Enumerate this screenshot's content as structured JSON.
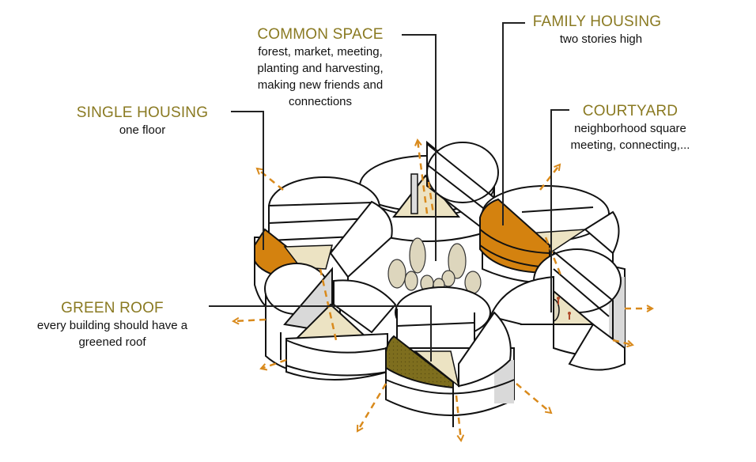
{
  "colors": {
    "heading": "#8a7a22",
    "family_housing_fill": "#d4820f",
    "single_housing_fill": "#d4820f",
    "green_roof_fill": "#7e6e1e",
    "courtyard_fill": "#ece3c3",
    "arrow": "#d98a1c",
    "wall_shadow": "#d9d9d9"
  },
  "labels": {
    "common_space": {
      "title": "COMMON SPACE",
      "lines": [
        "forest, market, meeting,",
        "planting and harvesting,",
        "making new friends and",
        "connections"
      ]
    },
    "family_housing": {
      "title": "FAMILY HOUSING",
      "lines": [
        "two stories high"
      ]
    },
    "courtyard": {
      "title": "COURTYARD",
      "lines": [
        "neighborhood square",
        "meeting, connecting,..."
      ]
    },
    "single_housing": {
      "title": "SINGLE HOUSING",
      "lines": [
        "one floor"
      ]
    },
    "green_roof": {
      "title": "GREEN ROOF",
      "lines": [
        "every building should have a",
        "greened roof"
      ]
    }
  }
}
